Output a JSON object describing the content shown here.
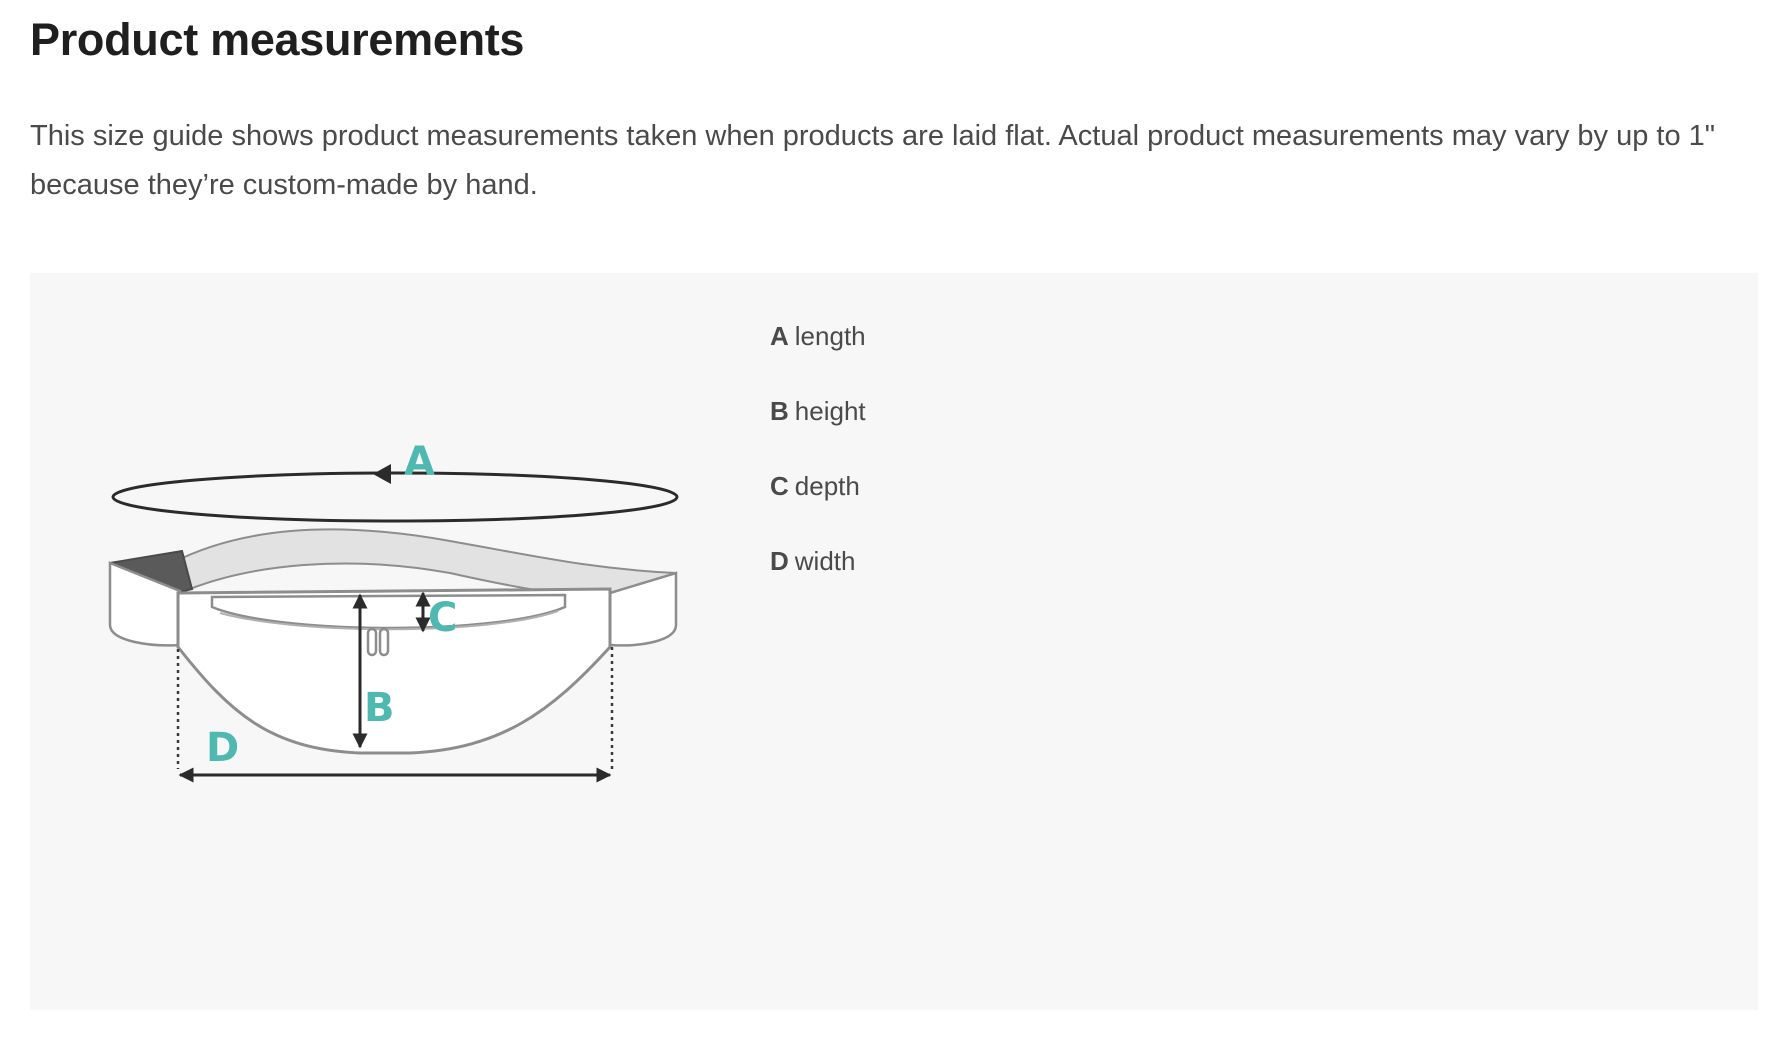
{
  "page": {
    "title": "Product measurements",
    "intro": "This size guide shows product measurements taken when products are laid flat. Actual product measurements may vary by up to 1\" because they’re custom-made by hand."
  },
  "illustration": {
    "labels": {
      "a": "A",
      "b": "B",
      "c": "C",
      "d": "D"
    },
    "accent_color": "#4fb8b0"
  },
  "legend": {
    "items": [
      {
        "key": "A",
        "label": "length"
      },
      {
        "key": "B",
        "label": "height"
      },
      {
        "key": "C",
        "label": "depth"
      },
      {
        "key": "D",
        "label": "width"
      }
    ]
  }
}
